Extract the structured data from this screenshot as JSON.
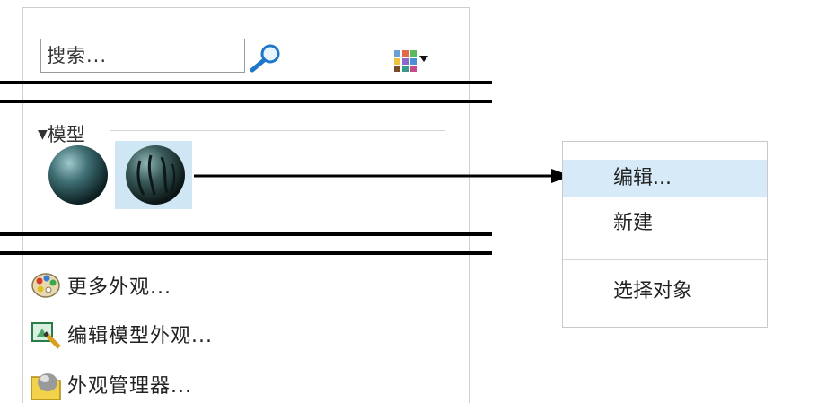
{
  "search": {
    "placeholder_text": "搜索..."
  },
  "section": {
    "title": "模型"
  },
  "context_menu": {
    "items": [
      "编辑...",
      "新建",
      "选择对象"
    ]
  },
  "actions": {
    "more_appearances": "更多外观...",
    "edit_model_appearance": "编辑模型外观...",
    "appearance_manager": "外观管理器..."
  },
  "icons": {
    "search": "magnifier-icon",
    "view": "view-options-icon",
    "collapse": "triangle-down-icon"
  },
  "colors": {
    "selection": "#cfe7f4",
    "menu_highlight": "#d6ebf7"
  }
}
